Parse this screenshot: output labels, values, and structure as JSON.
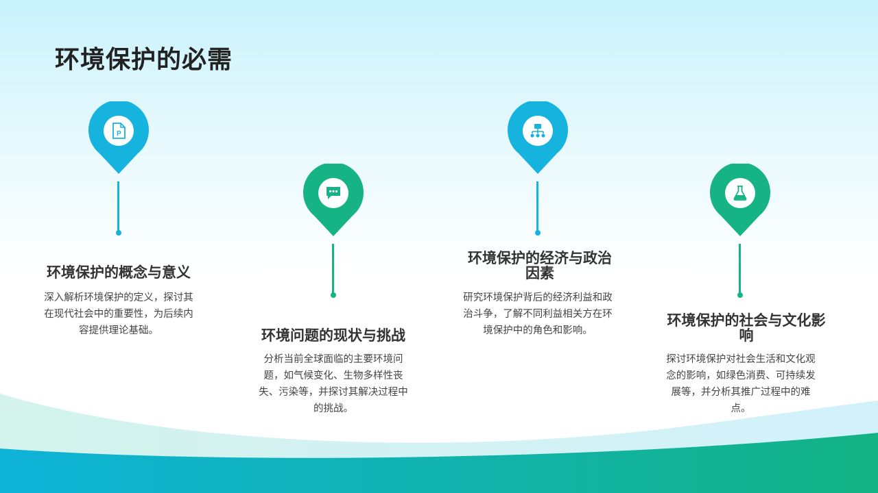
{
  "page": {
    "title": "环境保护的必需"
  },
  "colors": {
    "blue": "#16b3df",
    "green": "#16b384",
    "title": "#222222"
  },
  "items": [
    {
      "icon": "presentation-file-icon",
      "color": "blue",
      "title": "环境保护的概念与意义",
      "desc": "深入解析环境保护的定义，探讨其在现代社会中的重要性，为后续内容提供理论基础。"
    },
    {
      "icon": "chat-bubble-icon",
      "color": "green",
      "title": "环境问题的现状与挑战",
      "desc": "分析当前全球面临的主要环境问题，如气候变化、生物多样性丧失、污染等，并探讨其解决过程中的挑战。"
    },
    {
      "icon": "network-icon",
      "color": "blue",
      "title": "环境保护的经济与政治因素",
      "desc": "研究环境保护背后的经济利益和政治斗争，了解不同利益相关方在环境保护中的角色和影响。"
    },
    {
      "icon": "flask-icon",
      "color": "green",
      "title": "环境保护的社会与文化影响",
      "desc": "探讨环境保护对社会生活和文化观念的影响，如绿色消费、可持续发展等，并分析其推广过程中的难点。"
    }
  ]
}
